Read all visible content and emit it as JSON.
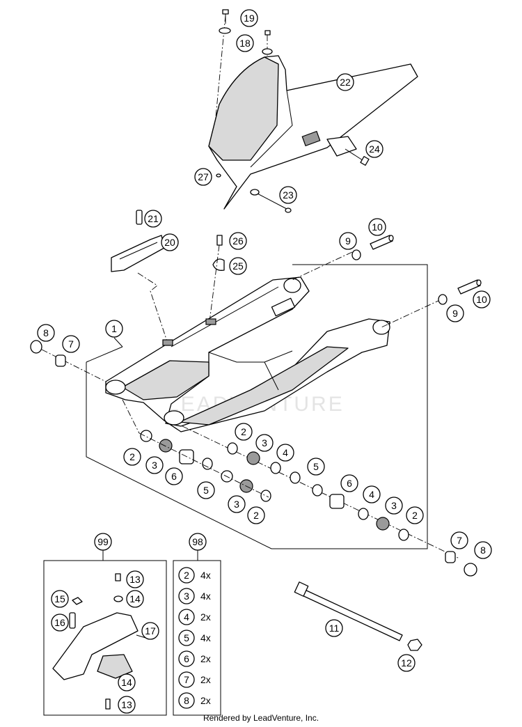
{
  "diagram": {
    "watermark": "LEADVENTURE",
    "footer": "Rendered by LeadVenture, Inc.",
    "callouts": {
      "c19": "19",
      "c18": "18",
      "c22": "22",
      "c24": "24",
      "c27": "27",
      "c23": "23",
      "c21": "21",
      "c20": "20",
      "c26": "26",
      "c25": "25",
      "c10a": "10",
      "c9a": "9",
      "c10b": "10",
      "c9b": "9",
      "c1": "1",
      "c8a": "8",
      "c7a": "7",
      "c2a": "2",
      "c3a": "3",
      "c4a": "4",
      "c5a": "5",
      "c2b": "2",
      "c3b": "3",
      "c6a": "6",
      "c5b": "5",
      "c3c": "3",
      "c2c": "2",
      "c6b": "6",
      "c4b": "4",
      "c3d": "3",
      "c2d": "2",
      "c7b": "7",
      "c8b": "8",
      "c11": "11",
      "c12": "12",
      "c99": "99",
      "c98": "98",
      "c13a": "13",
      "c14a": "14",
      "c15": "15",
      "c16": "16",
      "c17": "17",
      "c14b": "14",
      "c13b": "13"
    },
    "kit98": [
      {
        "part": "2",
        "qty": "4x"
      },
      {
        "part": "3",
        "qty": "4x"
      },
      {
        "part": "4",
        "qty": "2x"
      },
      {
        "part": "5",
        "qty": "4x"
      },
      {
        "part": "6",
        "qty": "2x"
      },
      {
        "part": "7",
        "qty": "2x"
      },
      {
        "part": "8",
        "qty": "2x"
      }
    ]
  }
}
